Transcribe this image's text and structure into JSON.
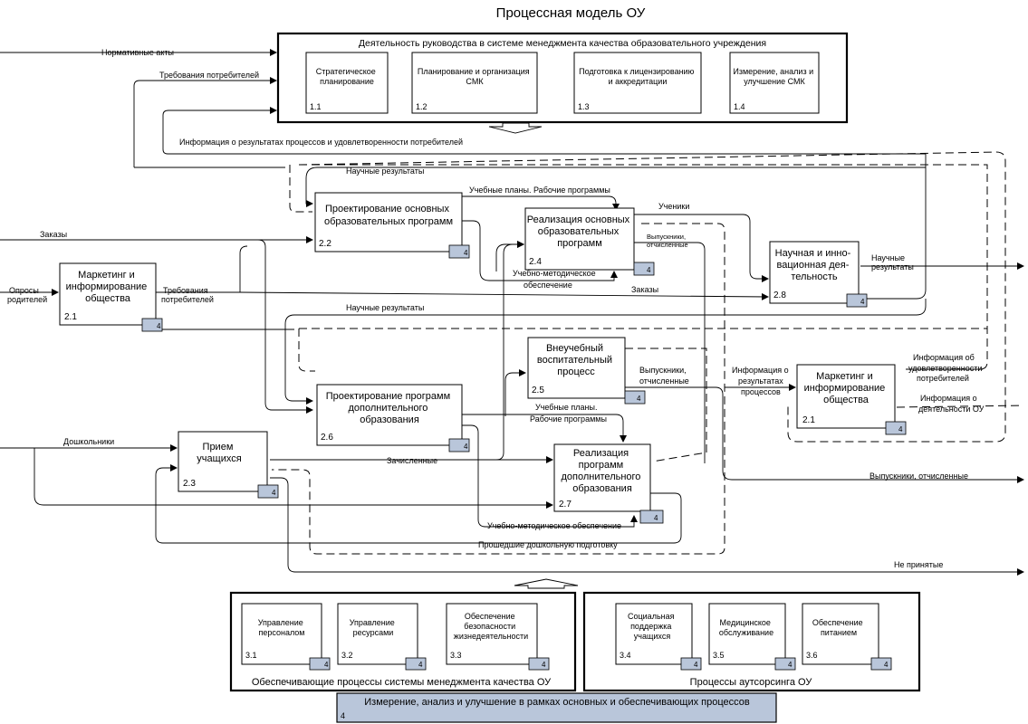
{
  "title": "Процессная модель ОУ",
  "management": {
    "title": "Деятельность руководства в системе менеджмента качества образовательного учреждения",
    "items": [
      {
        "lines": [
          "Стратегическое",
          "планирование"
        ],
        "num": "1.1"
      },
      {
        "lines": [
          "Планирование и организация",
          "СМК"
        ],
        "num": "1.2"
      },
      {
        "lines": [
          "Подготовка к лицензированию",
          "и аккредитации"
        ],
        "num": "1.3"
      },
      {
        "lines": [
          "Измерение, анализ и",
          "улучшение СМК"
        ],
        "num": "1.4"
      }
    ]
  },
  "processes": [
    {
      "id": "p22",
      "lines": [
        "Проектирование основных",
        "образовательных программ"
      ],
      "num": "2.2",
      "tag": "4"
    },
    {
      "id": "p24",
      "lines": [
        "Реализация основных",
        "образовательных",
        "программ"
      ],
      "num": "2.4",
      "tag": "4"
    },
    {
      "id": "p28",
      "lines": [
        "Научная и инно-",
        "вационная дея-",
        "тельность"
      ],
      "num": "2.8",
      "tag": "4"
    },
    {
      "id": "p21a",
      "lines": [
        "Маркетинг и",
        "информирование",
        "общества"
      ],
      "num": "2.1",
      "tag": "4"
    },
    {
      "id": "p25",
      "lines": [
        "Внеучебный",
        "воспитательный",
        "процесс"
      ],
      "num": "2.5",
      "tag": "4"
    },
    {
      "id": "p26",
      "lines": [
        "Проектирование программ",
        "дополнительного",
        "образования"
      ],
      "num": "2.6",
      "tag": "4"
    },
    {
      "id": "p21b",
      "lines": [
        "Маркетинг и",
        "информирование",
        "общества"
      ],
      "num": "2.1",
      "tag": "4"
    },
    {
      "id": "p23",
      "lines": [
        "Прием",
        "учащихся"
      ],
      "num": "2.3",
      "tag": "4"
    },
    {
      "id": "p27",
      "lines": [
        "Реализация",
        "программ",
        "дополнительного",
        "образования"
      ],
      "num": "2.7",
      "tag": "4"
    }
  ],
  "flows": {
    "normative": "Нормативные акты",
    "requirements_top": "Требования потребителей",
    "info_results": "Информация о результатах процессов и удовлетворенности потребителей",
    "sci_results_top": "Научные результаты",
    "plans_top": "Учебные планы. Рабочие программы",
    "students": "Ученики",
    "orders": "Заказы",
    "graduates_small": [
      "Выпускники,",
      "отчисленные"
    ],
    "sci_results_right": [
      "Научные",
      "результаты"
    ],
    "surveys": [
      "Опросы",
      "родителей"
    ],
    "requirements_mid": [
      "Требования",
      "потребителей"
    ],
    "method_support_top": [
      "Учебно-методическое",
      "обеспечение"
    ],
    "orders_mid": "Заказы",
    "sci_results_mid": "Научные результаты",
    "info_satisfaction": [
      "Информация об",
      "удовлетворенности",
      "потребителей"
    ],
    "graduates_mid": [
      "Выпускники,",
      "отчисленные"
    ],
    "info_results_short": [
      "Информация о",
      "результатах",
      "процессов"
    ],
    "info_activity": [
      "Информация о",
      "деятельности ОУ"
    ],
    "plans_bottom": [
      "Учебные планы.",
      "Рабочие программы"
    ],
    "preschoolers": "Дошкольники",
    "enrolled": "Зачисленные",
    "graduates_right": "Выпускники, отчисленные",
    "method_support_bottom": "Учебно-методическое обеспечение",
    "preschool_prepared": "Прошедшие дошкольную подготовку",
    "not_accepted": "Не принятые"
  },
  "support": {
    "title": "Обеспечивающие процессы системы менеджмента качества ОУ",
    "items": [
      {
        "lines": [
          "Управление",
          "персоналом"
        ],
        "num": "3.1",
        "tag": "4"
      },
      {
        "lines": [
          "Управление",
          "ресурсами"
        ],
        "num": "3.2",
        "tag": "4"
      },
      {
        "lines": [
          "Обеспечение",
          "безопасности",
          "жизнедеятельности"
        ],
        "num": "3.3",
        "tag": "4"
      }
    ]
  },
  "outsourcing": {
    "title": "Процессы аутсорсинга ОУ",
    "items": [
      {
        "lines": [
          "Социальная",
          "поддержка",
          "учащихся"
        ],
        "num": "3.4",
        "tag": "4"
      },
      {
        "lines": [
          "Медицинское",
          "обслуживание"
        ],
        "num": "3.5",
        "tag": "4"
      },
      {
        "lines": [
          "Обеспечение",
          "питанием"
        ],
        "num": "3.6",
        "tag": "4"
      }
    ]
  },
  "bottom_bar": {
    "title": "Измерение, анализ и улучшение в рамках основных и обеспечивающих процессов",
    "num": "4",
    "color": "#b9c6da"
  }
}
